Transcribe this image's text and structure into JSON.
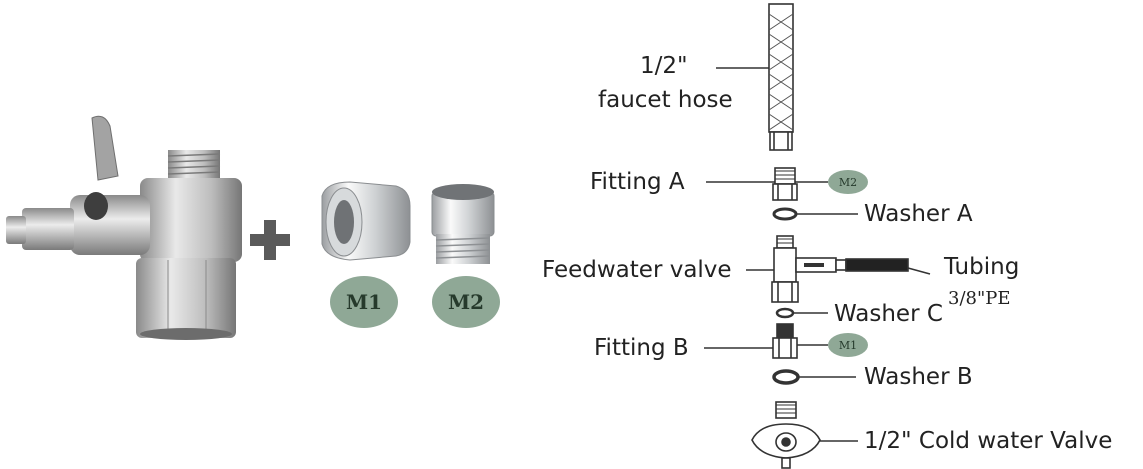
{
  "colors": {
    "badge_fill": "#8fa896",
    "line": "#333333",
    "metal_light": "#e4e4e4",
    "metal_mid": "#b9b9b9",
    "metal_dark": "#7d7d7d",
    "chrome_light": "#f4f4f4",
    "chrome_dark": "#9ea1a4",
    "plus": "#5a5a5a"
  },
  "icons": {
    "plus": "plus-icon",
    "valve": "tee-valve-icon",
    "adapter": "fitting-adapter-icon"
  },
  "badges": {
    "m1": "M1",
    "m2": "M2"
  },
  "diagram": {
    "hose_label_line1": "1/2\"",
    "hose_label_line2": "faucet hose",
    "fitting_a": "Fitting A",
    "washer_a": "Washer A",
    "feedwater_valve": "Feedwater valve",
    "tubing": "Tubing",
    "tubing_spec": "3/8\"PE",
    "washer_c": "Washer C",
    "fitting_b": "Fitting B",
    "washer_b": "Washer B",
    "cold_water_valve": "1/2\" Cold water Valve"
  }
}
